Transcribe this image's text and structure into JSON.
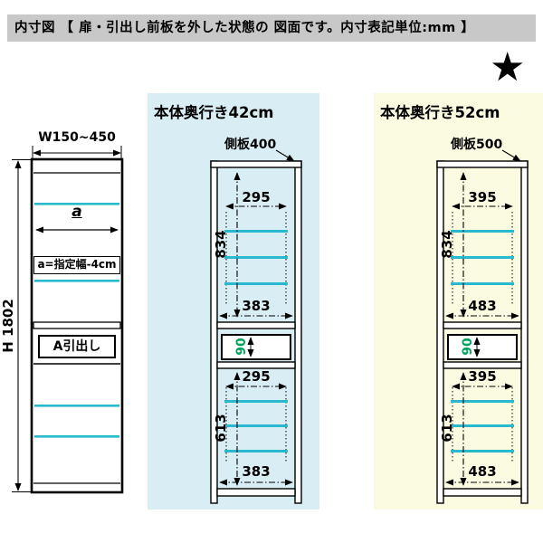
{
  "header": {
    "title": "内寸図 【 扉・引出し前板を外した状態の 図面です。内寸表記単位:mm 】"
  },
  "star": "★",
  "left_cabinet": {
    "width_label": "W150~450",
    "height_label": "H 1802",
    "a_label": "a",
    "a_note": "a=指定幅-4cm",
    "drawer_label": "A引出し"
  },
  "depth42": {
    "title": "本体奥行き42cm",
    "side_panel_label": "側板400",
    "upper_inner_width": "295",
    "upper_height": "834",
    "upper_full_width": "383",
    "drawer_inner_height": "90",
    "lower_inner_width": "295",
    "lower_height": "613",
    "lower_full_width": "383"
  },
  "depth52": {
    "title": "本体奥行き52cm",
    "side_panel_label": "側板500",
    "upper_inner_width": "395",
    "upper_height": "834",
    "upper_full_width": "483",
    "drawer_inner_height": "90",
    "lower_inner_width": "395",
    "lower_height": "613",
    "lower_full_width": "483"
  },
  "colors": {
    "header_bg": "#c8c8c8",
    "panel_blue": "#d9edf4",
    "panel_yellow": "#fbfbe2",
    "shelf_cyan": "#29b9ce",
    "drawer_dim_green": "#00a35c",
    "line_black": "#000000"
  }
}
